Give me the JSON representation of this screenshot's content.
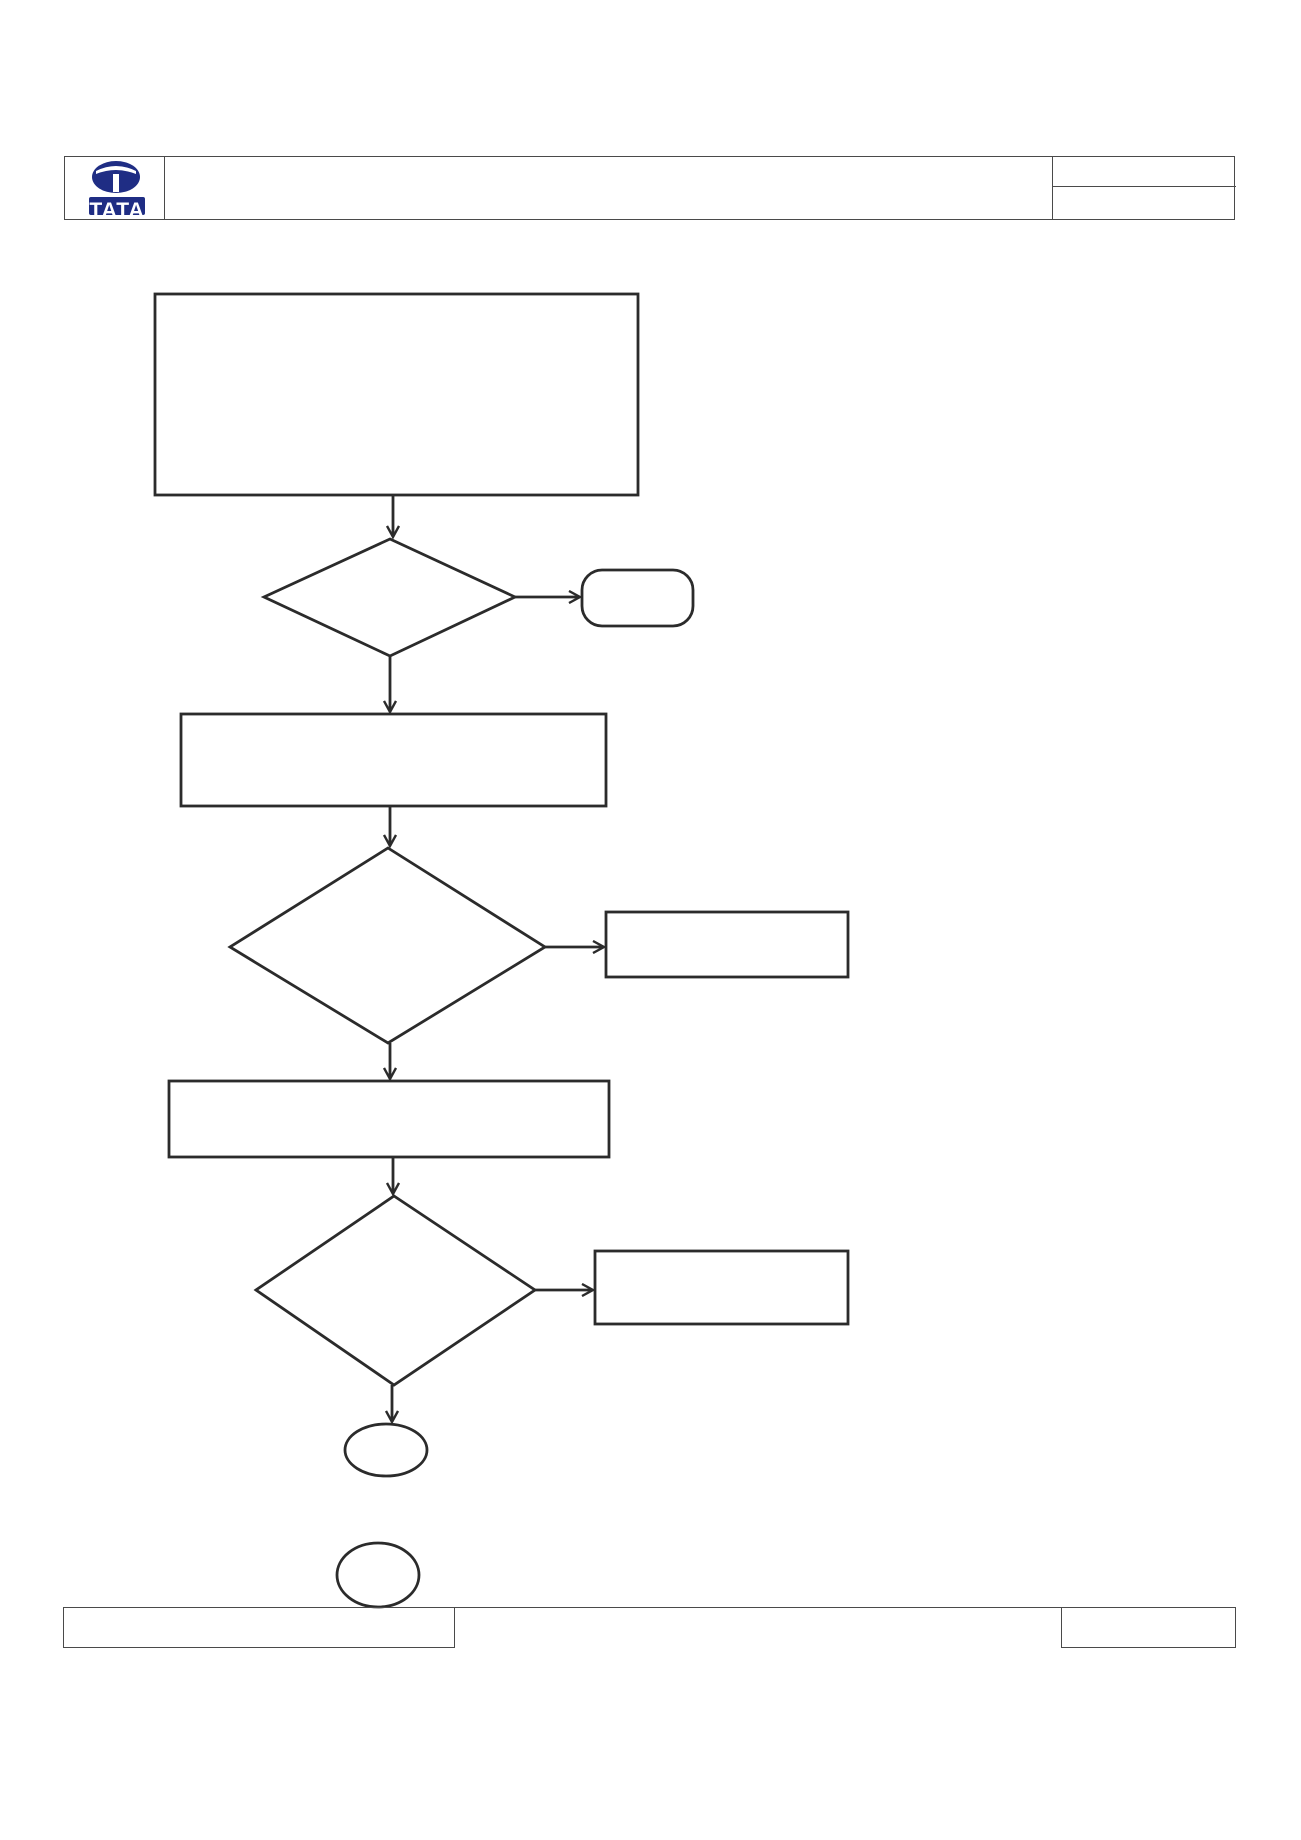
{
  "header": {
    "logo": {
      "icon": "tata-logo-icon",
      "text": "TATA",
      "color": "#1f2d84"
    },
    "title": "",
    "ref_top": "",
    "ref_bottom": ""
  },
  "flowchart": {
    "nodes": [
      {
        "id": "start-process",
        "shape": "rectangle",
        "label": ""
      },
      {
        "id": "decision-1",
        "shape": "diamond",
        "label": ""
      },
      {
        "id": "terminal-1",
        "shape": "rounded-rectangle",
        "label": ""
      },
      {
        "id": "process-2",
        "shape": "rectangle",
        "label": ""
      },
      {
        "id": "decision-2",
        "shape": "diamond",
        "label": ""
      },
      {
        "id": "outcome-2",
        "shape": "rectangle",
        "label": ""
      },
      {
        "id": "process-3",
        "shape": "rectangle",
        "label": ""
      },
      {
        "id": "decision-3",
        "shape": "diamond",
        "label": ""
      },
      {
        "id": "outcome-3",
        "shape": "rectangle",
        "label": ""
      },
      {
        "id": "connector-end",
        "shape": "ellipse",
        "label": ""
      },
      {
        "id": "page-connector",
        "shape": "ellipse",
        "label": ""
      }
    ],
    "edges": [
      {
        "from": "start-process",
        "to": "decision-1"
      },
      {
        "from": "decision-1",
        "to": "terminal-1"
      },
      {
        "from": "decision-1",
        "to": "process-2"
      },
      {
        "from": "process-2",
        "to": "decision-2"
      },
      {
        "from": "decision-2",
        "to": "outcome-2"
      },
      {
        "from": "decision-2",
        "to": "process-3"
      },
      {
        "from": "process-3",
        "to": "decision-3"
      },
      {
        "from": "decision-3",
        "to": "outcome-3"
      },
      {
        "from": "decision-3",
        "to": "connector-end"
      }
    ]
  },
  "footer": {
    "left": "",
    "center": "",
    "right": ""
  },
  "colors": {
    "line": "#2b2b2b",
    "frame": "#4a4a4a",
    "brand": "#1f2d84"
  }
}
